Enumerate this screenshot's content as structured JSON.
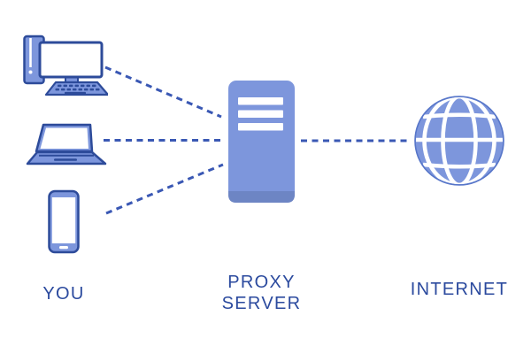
{
  "diagram": {
    "type": "network-diagram",
    "nodes": {
      "client": {
        "label": "YOU",
        "devices": [
          "desktop-computer-icon",
          "laptop-icon",
          "smartphone-icon"
        ]
      },
      "proxy": {
        "label_line1": "PROXY",
        "label_line2": "SERVER",
        "icon": "server-tower-icon"
      },
      "internet": {
        "label": "INTERNET",
        "icon": "globe-icon"
      }
    },
    "connections": [
      {
        "from": "desktop-computer",
        "to": "proxy-server",
        "style": "dashed"
      },
      {
        "from": "laptop",
        "to": "proxy-server",
        "style": "dashed"
      },
      {
        "from": "smartphone",
        "to": "proxy-server",
        "style": "dashed"
      },
      {
        "from": "proxy-server",
        "to": "internet",
        "style": "dashed"
      }
    ],
    "colors": {
      "icon_fill": "#7d96dc",
      "icon_outline": "#2d4b9a",
      "server_fill": "#7d96dc",
      "server_base": "#6d85c4",
      "label_text": "#2b4a9e",
      "connector": "#3a58b4",
      "globe_rim": "#5776c9",
      "background": "#ffffff"
    }
  }
}
